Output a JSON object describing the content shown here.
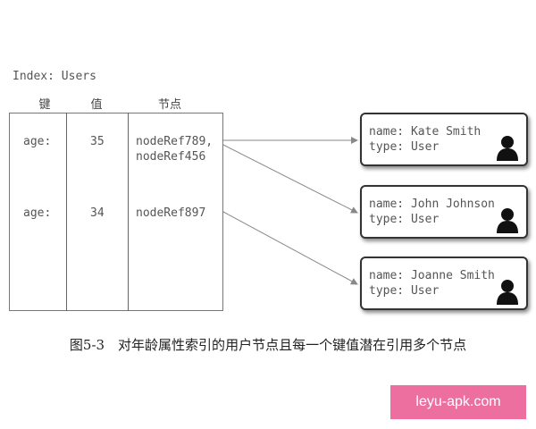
{
  "index_title": "Index: Users",
  "headers": {
    "key": "键",
    "value": "值",
    "node": "节点"
  },
  "rows": [
    {
      "key": "age:",
      "value": "35",
      "nodes": [
        "nodeRef789,",
        "nodeRef456"
      ]
    },
    {
      "key": "age:",
      "value": "34",
      "nodes": [
        "nodeRef897"
      ]
    }
  ],
  "cards": [
    {
      "name_line": "name: Kate Smith",
      "type_line": "type: User",
      "icon": "user-silhouette-icon"
    },
    {
      "name_line": "name: John Johnson",
      "type_line": "type: User",
      "icon": "user-silhouette-icon"
    },
    {
      "name_line": "name: Joanne Smith",
      "type_line": "type: User",
      "icon": "user-silhouette-icon"
    }
  ],
  "caption": "图5-3　对年龄属性索引的用户节点且每一个键值潜在引用多个节点",
  "watermark": "leyu-apk.com"
}
